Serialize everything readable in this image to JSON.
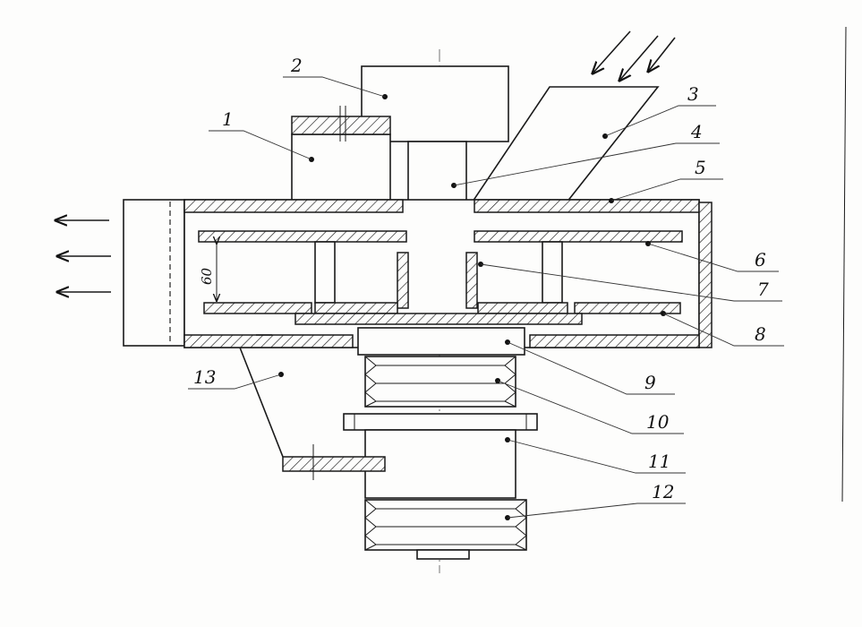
{
  "drawing": {
    "callouts": [
      "1",
      "2",
      "3",
      "4",
      "5",
      "6",
      "7",
      "8",
      "9",
      "10",
      "11",
      "12",
      "13"
    ],
    "dimension_label": "60"
  }
}
